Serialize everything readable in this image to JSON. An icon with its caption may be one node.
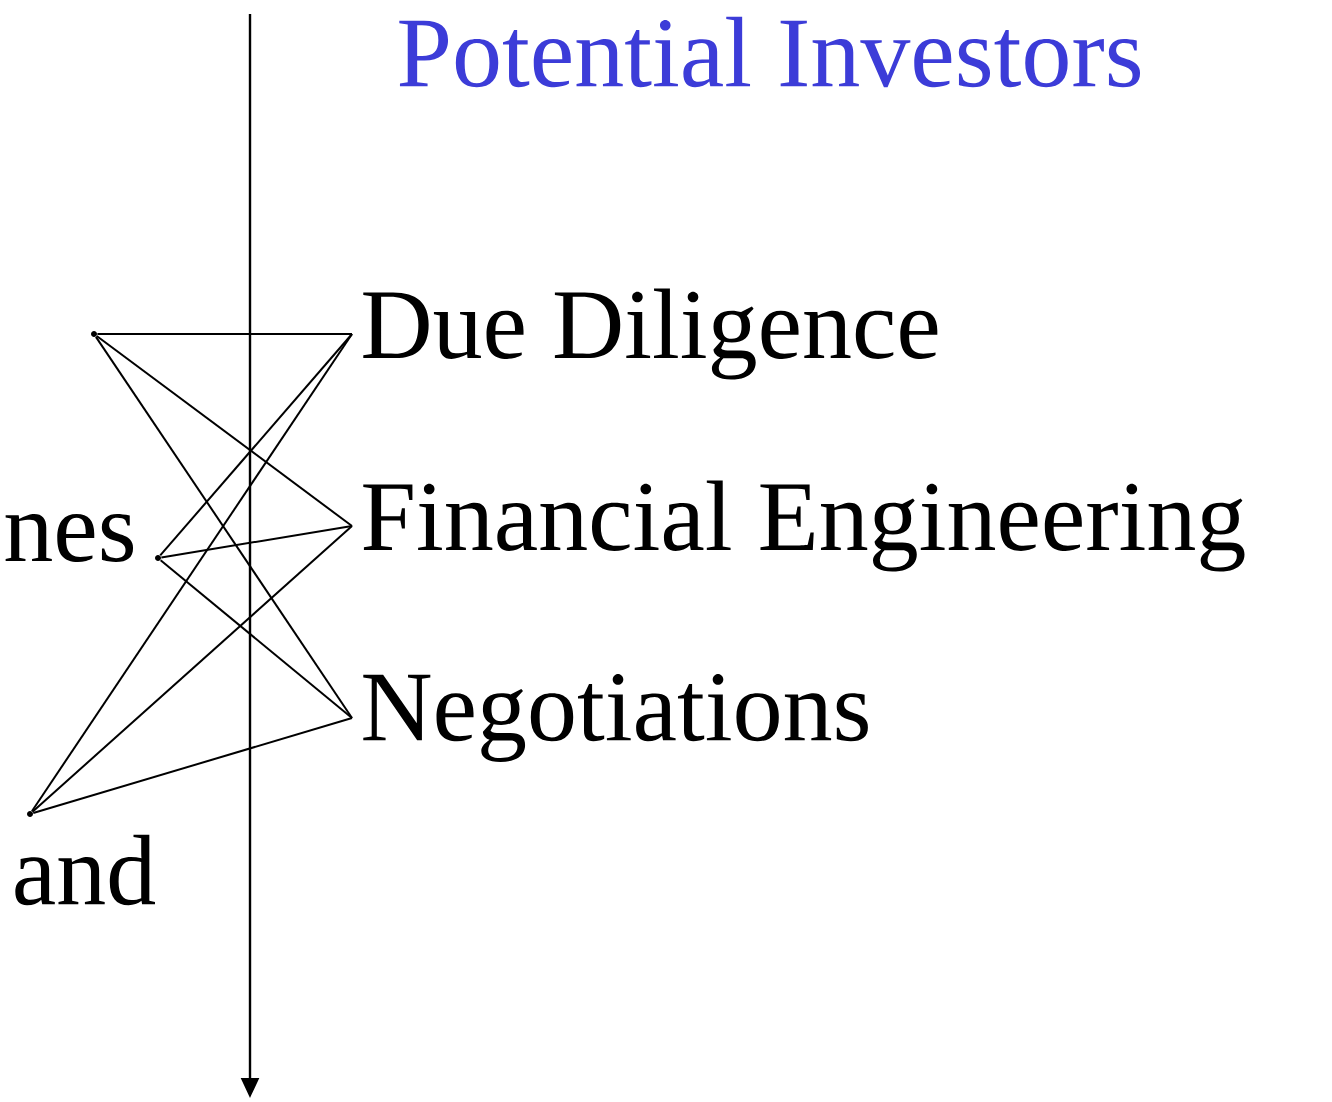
{
  "diagram": {
    "nodes": [
      {
        "text": [],
        "shape": "point"
      },
      {
        "text": [],
        "shape": "point"
      },
      {
        "text": [],
        "shape": "point"
      },
      {
        "text": [
          "Due Diligence"
        ]
      },
      {
        "text": [
          "Financial Engineering"
        ]
      },
      {
        "text": [
          "Negotiations"
        ]
      }
    ],
    "edges": [
      {
        "from": 0,
        "to": 3,
        "arrow": "none"
      },
      {
        "from": 0,
        "to": 4,
        "arrow": "none"
      },
      {
        "from": 0,
        "to": 5,
        "arrow": "none"
      },
      {
        "from": 1,
        "to": 3,
        "arrow": "none"
      },
      {
        "from": 1,
        "to": 4,
        "arrow": "none"
      },
      {
        "from": 1,
        "to": 5,
        "arrow": "none"
      },
      {
        "from": 2,
        "to": 3,
        "arrow": "none"
      },
      {
        "from": 2,
        "to": 4,
        "arrow": "none"
      },
      {
        "from": 2,
        "to": 5,
        "arrow": "none"
      }
    ],
    "labels": [
      "Potential Investors",
      "nes",
      "and"
    ]
  }
}
